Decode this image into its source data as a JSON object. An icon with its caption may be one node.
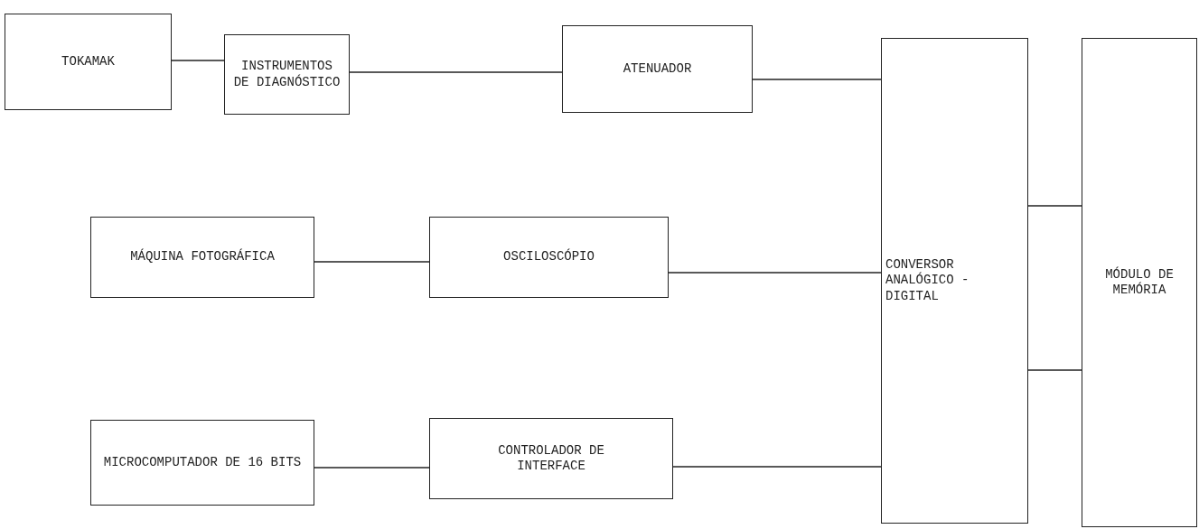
{
  "diagram": {
    "nodes": [
      {
        "text": [
          "TOKAMAK"
        ]
      },
      {
        "text": [
          "INSTRUMENTOS DE DIAGNÓSTICO"
        ]
      },
      {
        "text": [
          "ATENUADOR"
        ]
      },
      {
        "text": [
          "CONVERSOR ANALÓGICO - DIGITAL"
        ]
      },
      {
        "text": [
          "MÓDULO DE MEMÓRIA"
        ]
      },
      {
        "text": [
          "MÁQUINA FOTOGRÁFICA"
        ]
      },
      {
        "text": [
          "OSCILOSCÓPIO"
        ]
      },
      {
        "text": [
          "MICROCOMPUTADOR DE 16 BITS"
        ]
      },
      {
        "text": [
          "CONTROLADOR DE INTERFACE"
        ]
      }
    ],
    "edges": [
      {
        "from": 0,
        "to": 1,
        "arrow": "none"
      },
      {
        "from": 1,
        "to": 2,
        "arrow": "none"
      },
      {
        "from": 2,
        "to": 3,
        "arrow": "none"
      },
      {
        "from": 5,
        "to": 6,
        "arrow": "none"
      },
      {
        "from": 6,
        "to": 3,
        "arrow": "none"
      },
      {
        "from": 7,
        "to": 8,
        "arrow": "none"
      },
      {
        "from": 8,
        "to": 3,
        "arrow": "none"
      },
      {
        "from": 3,
        "to": 4,
        "arrow": "none"
      },
      {
        "from": 3,
        "to": 4,
        "arrow": "none"
      }
    ]
  }
}
